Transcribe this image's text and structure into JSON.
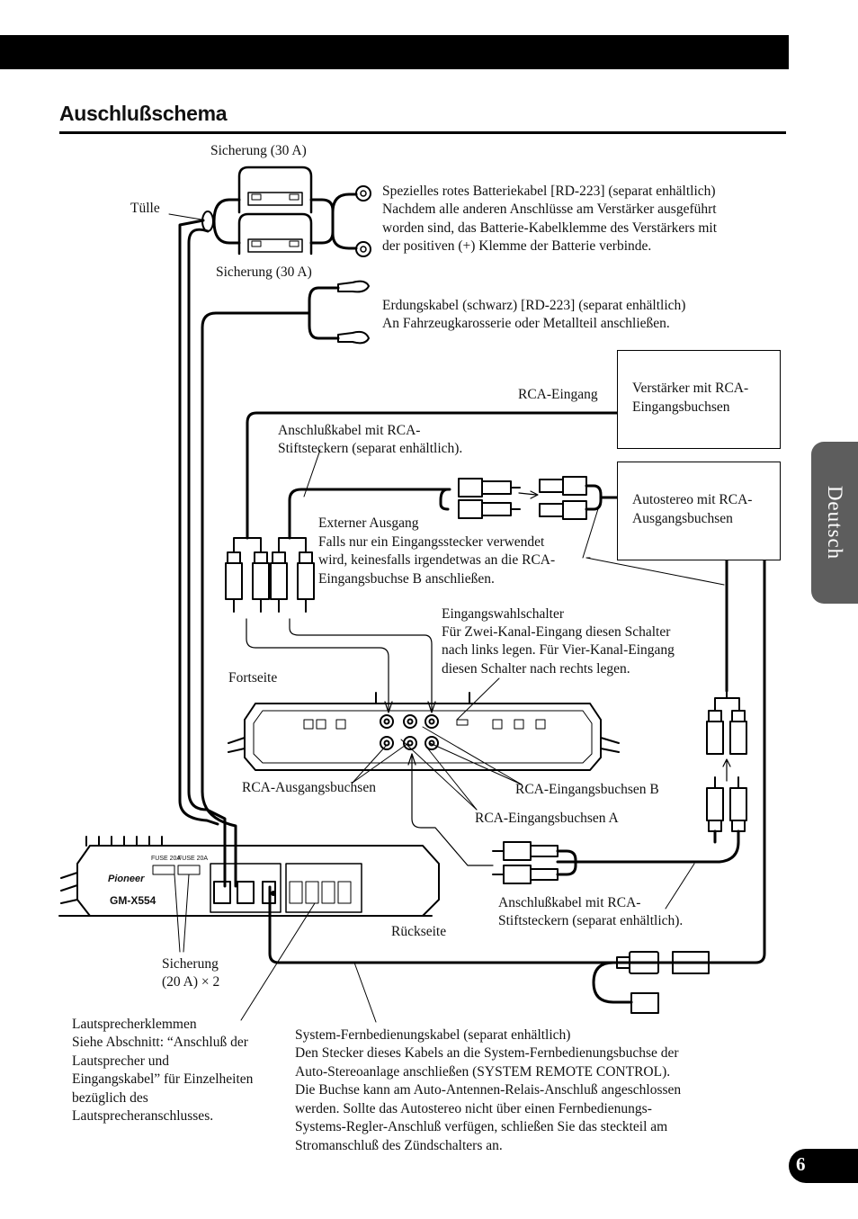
{
  "page": {
    "title": "Auschlußschema",
    "language_tab": "Deutsch",
    "page_number": "6"
  },
  "labels": {
    "fuse_top": "Sicherung (30 A)",
    "grommet": "Tülle",
    "fuse_bottom": "Sicherung (30 A)",
    "battery_cable": [
      "Spezielles rotes Batteriekabel [RD-223] (separat enhältlich)",
      "Nachdem alle anderen Anschlüsse am Verstärker ausgeführt",
      "worden sind, das Batterie-Kabelklemme des Verstärkers mit",
      "der positiven (+) Klemme der Batterie verbinde."
    ],
    "ground_cable": [
      "Erdungskabel (schwarz) [RD-223] (separat enhältlich)",
      "An Fahrzeugkarosserie oder Metallteil anschließen."
    ],
    "rca_input": "RCA-Eingang",
    "amp_rca_box": [
      "Verstärker mit RCA-",
      "Eingangsbuchsen"
    ],
    "rca_cable_top": [
      "Anschlußkabel mit RCA-",
      "Stiftsteckern (separat enhältlich)."
    ],
    "stereo_box": [
      "Autostereo mit RCA-",
      "Ausgangsbuchsen"
    ],
    "external_output": [
      "Externer Ausgang",
      "Falls nur ein Eingangsstecker verwendet",
      "wird, keinesfalls irgendetwas an die RCA-",
      "Eingangsbuchse B anschließen."
    ],
    "input_selector": [
      "Eingangswahlschalter",
      "Für Zwei-Kanal-Eingang diesen Schalter",
      "nach links legen. Für Vier-Kanal-Eingang",
      "diesen Schalter nach rechts legen."
    ],
    "front_side": "Fortseite",
    "rca_output_jacks": "RCA-Ausgangsbuchsen",
    "rca_input_jacks_b": "RCA-Eingangsbuchsen B",
    "rca_input_jacks_a": "RCA-Eingangsbuchsen A",
    "rca_cable_bottom": [
      "Anschlußkabel mit RCA-",
      "Stiftsteckern (separat enhältlich)."
    ],
    "rear_side": "Rückseite",
    "fuse_small": [
      "Sicherung",
      "(20 A) × 2"
    ],
    "speaker_terminals": [
      "Lautsprecherklemmen",
      "Siehe Abschnitt: “Anschluß der",
      "Lautsprecher und",
      "Eingangskabel” für Einzelheiten",
      "bezüglich des",
      "Lautsprecheranschlusses."
    ],
    "remote_cable": [
      "System-Fernbedienungskabel (separat enhältlich)",
      "Den Stecker dieses Kabels an die System-Fernbedienungsbuchse der",
      "Auto-Stereoanlage anschließen (SYSTEM REMOTE CONTROL).",
      "Die Buchse kann am Auto-Antennen-Relais-Anschluß angeschlossen",
      "werden. Sollte das Autostereo nicht über einen Fernbedienungs-",
      "Systems-Regler-Anschluß verfügen, schließen Sie das steckteil am",
      "Stromanschluß des Zündschalters an."
    ]
  },
  "amplifier": {
    "brand": "Pioneer",
    "model": "GM-X554",
    "fuse_label_1": "FUSE 20A",
    "fuse_label_2": "FUSE 20A"
  }
}
